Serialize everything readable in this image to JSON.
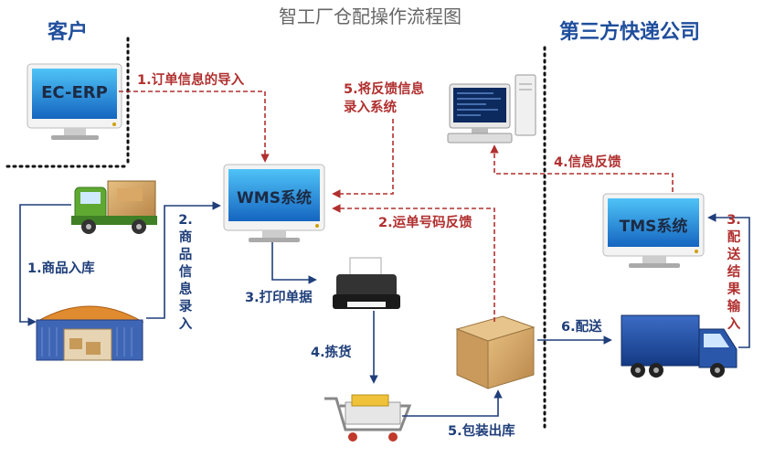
{
  "title": "智工厂仓配操作流程图",
  "headers": {
    "customer": "客户",
    "third_party": "第三方快递公司"
  },
  "systems": {
    "ec_erp": "EC-ERP",
    "wms": "WMS系统",
    "tms": "TMS系统"
  },
  "steps": {
    "order_import": "1.订单信息的导入",
    "receiving": "1.商品入库",
    "product_info_entry": "2.商品信息录入",
    "waybill_feedback": "2.运单号码反馈",
    "print_docs": "3.打印单据",
    "delivery_result_entry": "3.配送结果输入",
    "picking": "4.拣货",
    "info_feedback": "4.信息反馈",
    "packing_outbound": "5.包装出库",
    "feedback_entry": "5.将反馈信息录入系统",
    "delivery": "6.配送"
  },
  "colors": {
    "header_blue": "#1f4e9c",
    "red_flow": "#b0302f",
    "navy_flow": "#1f3e7a"
  }
}
